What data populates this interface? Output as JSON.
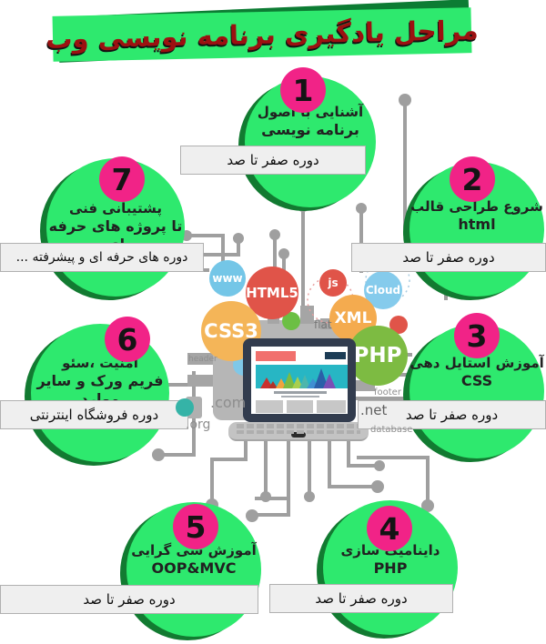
{
  "title": "مراحل یادگیری برنامه نویسی وب",
  "steps": [
    {
      "number": "1",
      "title_line1": "آشنایی با اصول",
      "title_line2": "برنامه نویسی",
      "course": "دوره صفر تا صد"
    },
    {
      "number": "2",
      "title_line1": "شروع طراحی قالب",
      "title_line2": "html",
      "course": "دوره صفر تا صد"
    },
    {
      "number": "3",
      "title_line1": "آموزش استایل دهی",
      "title_line2": "CSS",
      "course": "دوره صفر تا صد"
    },
    {
      "number": "4",
      "title_line1": "داینامیک سازی",
      "title_line2": "PHP",
      "course": "دوره صفر تا صد"
    },
    {
      "number": "5",
      "title_line1": "آموزش شی گرایی",
      "title_line2": "OOP&MVC",
      "course": "دوره صفر تا صد"
    },
    {
      "number": "6",
      "title_line1": "امنیت ،سئو",
      "title_line2": "فریم ورک و سایر موارد",
      "course": "دوره فروشگاه اینترنتی"
    },
    {
      "number": "7",
      "title_line1": "پشتیبانی فنی",
      "title_line2": "تا پروژه های حرفه ای",
      "course": "دوره های حرفه ای و پیشرفته ..."
    }
  ],
  "center_illustration": {
    "bubbles": [
      {
        "label": "www"
      },
      {
        "label": "HTML5"
      },
      {
        "label": "js"
      },
      {
        "label": "Cloud"
      },
      {
        "label": "XML"
      },
      {
        "label": "CSS3"
      },
      {
        "label": "PHP"
      }
    ],
    "tags": {
      "flat": "flat",
      "header": "header",
      "com": ".com",
      "org": ".org",
      "footer": "footer",
      "net": ".net",
      "database": "database"
    }
  },
  "colors": {
    "bright_green": "#2ee96e",
    "dark_green": "#127a31",
    "pink": "#f12387",
    "title_red": "#9c1111",
    "bubble_blue": "#74c6e7",
    "bubble_red": "#e05449",
    "bubble_orange": "#f4ab4f",
    "bubble_green": "#7dbb42",
    "bubble_teal": "#35b3a7",
    "line_gray": "#9f9f9f"
  }
}
